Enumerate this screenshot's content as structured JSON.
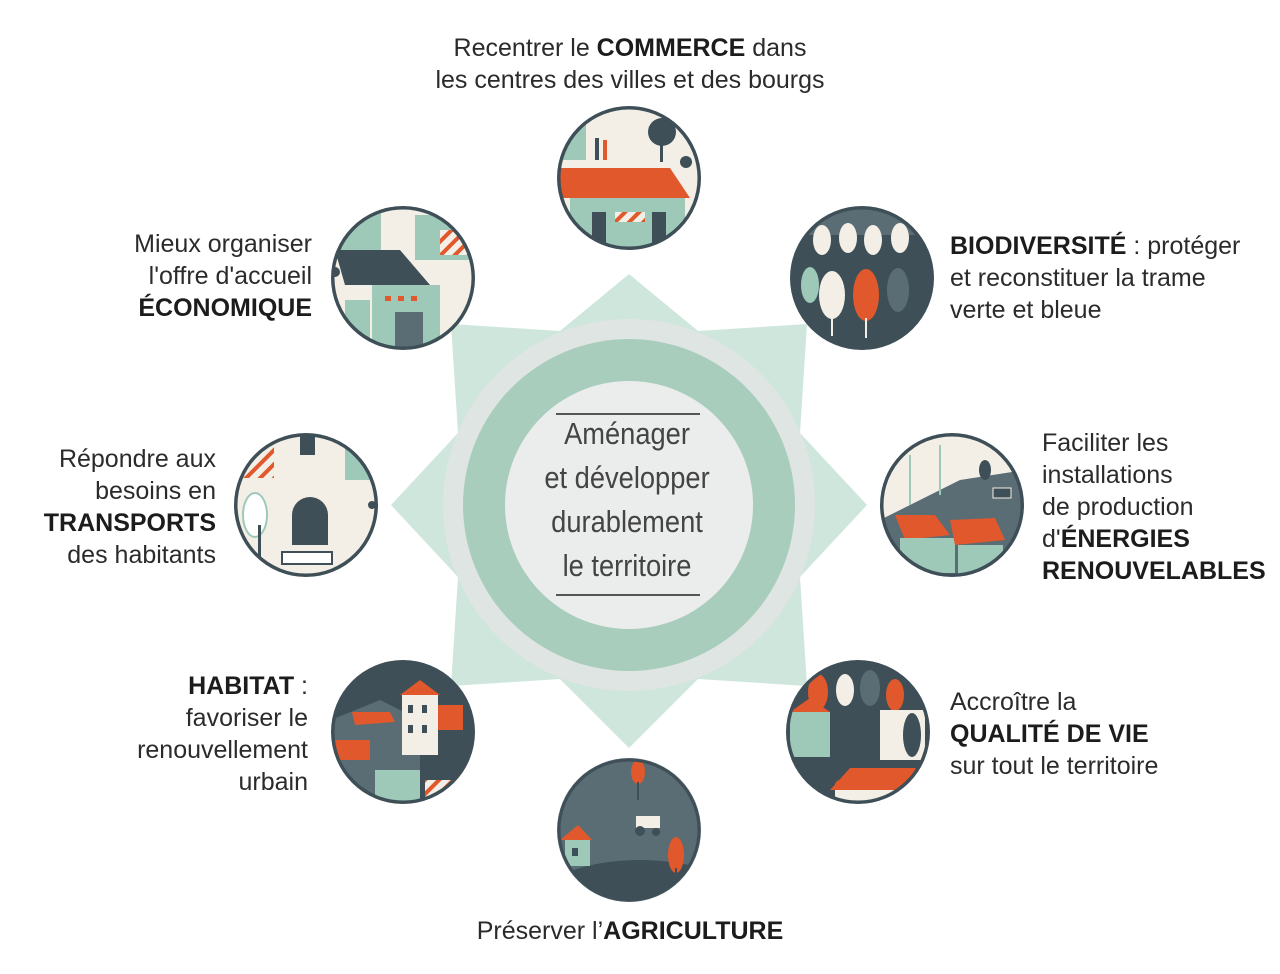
{
  "center": {
    "lines": [
      "Aménager",
      "et développer",
      "durablement",
      "le territoire"
    ]
  },
  "themes": [
    {
      "id": "commerce",
      "icon": "shop-icon",
      "lines": [
        [
          "Recentrer le ",
          "COMMERCE",
          " dans"
        ],
        [
          "les centres des villes et des bourgs",
          "",
          ""
        ]
      ]
    },
    {
      "id": "biodiversite",
      "icon": "forest-icon",
      "lines": [
        [
          "",
          "BIODIVERSITÉ",
          " : protéger"
        ],
        [
          "et reconstituer la trame",
          "",
          ""
        ],
        [
          "verte et bleue",
          "",
          ""
        ]
      ]
    },
    {
      "id": "energies",
      "icon": "solar-wind-icon",
      "lines": [
        [
          "Faciliter les",
          "",
          ""
        ],
        [
          "installations",
          "",
          ""
        ],
        [
          "de production",
          "",
          ""
        ],
        [
          "d'",
          "ÉNERGIES",
          ""
        ],
        [
          "",
          "RENOUVELABLES",
          ""
        ]
      ]
    },
    {
      "id": "qualite",
      "icon": "town-life-icon",
      "lines": [
        [
          "Accroître la",
          "",
          ""
        ],
        [
          "",
          "QUALITÉ DE VIE",
          ""
        ],
        [
          "sur tout le territoire",
          "",
          ""
        ]
      ]
    },
    {
      "id": "agriculture",
      "icon": "tractor-field-icon",
      "lines": [
        [
          "Préserver l’",
          "AGRICULTURE",
          ""
        ]
      ]
    },
    {
      "id": "habitat",
      "icon": "housing-icon",
      "lines": [
        [
          "",
          "HABITAT",
          " :"
        ],
        [
          "favoriser le",
          "",
          ""
        ],
        [
          "renouvellement",
          "",
          ""
        ],
        [
          "urbain",
          "",
          ""
        ]
      ]
    },
    {
      "id": "transports",
      "icon": "station-icon",
      "lines": [
        [
          "Répondre aux",
          "",
          ""
        ],
        [
          "besoins en",
          "",
          ""
        ],
        [
          "",
          "TRANSPORTS",
          ""
        ],
        [
          "des habitants",
          "",
          ""
        ]
      ]
    },
    {
      "id": "economique",
      "icon": "factory-icon",
      "lines": [
        [
          "Mieux organiser",
          "",
          ""
        ],
        [
          "l'offre d'accueil",
          "",
          ""
        ],
        [
          "",
          "ÉCONOMIQUE",
          ""
        ]
      ]
    }
  ],
  "colors": {
    "star": "#cfe6dc",
    "ring": "#a9cdbd",
    "ring_outer": "#e4e4e4",
    "core": "#ebedec",
    "dark": "#3e4f57",
    "teal": "#9ec9b8",
    "orange": "#e0582b",
    "cream": "#f3efe6"
  }
}
